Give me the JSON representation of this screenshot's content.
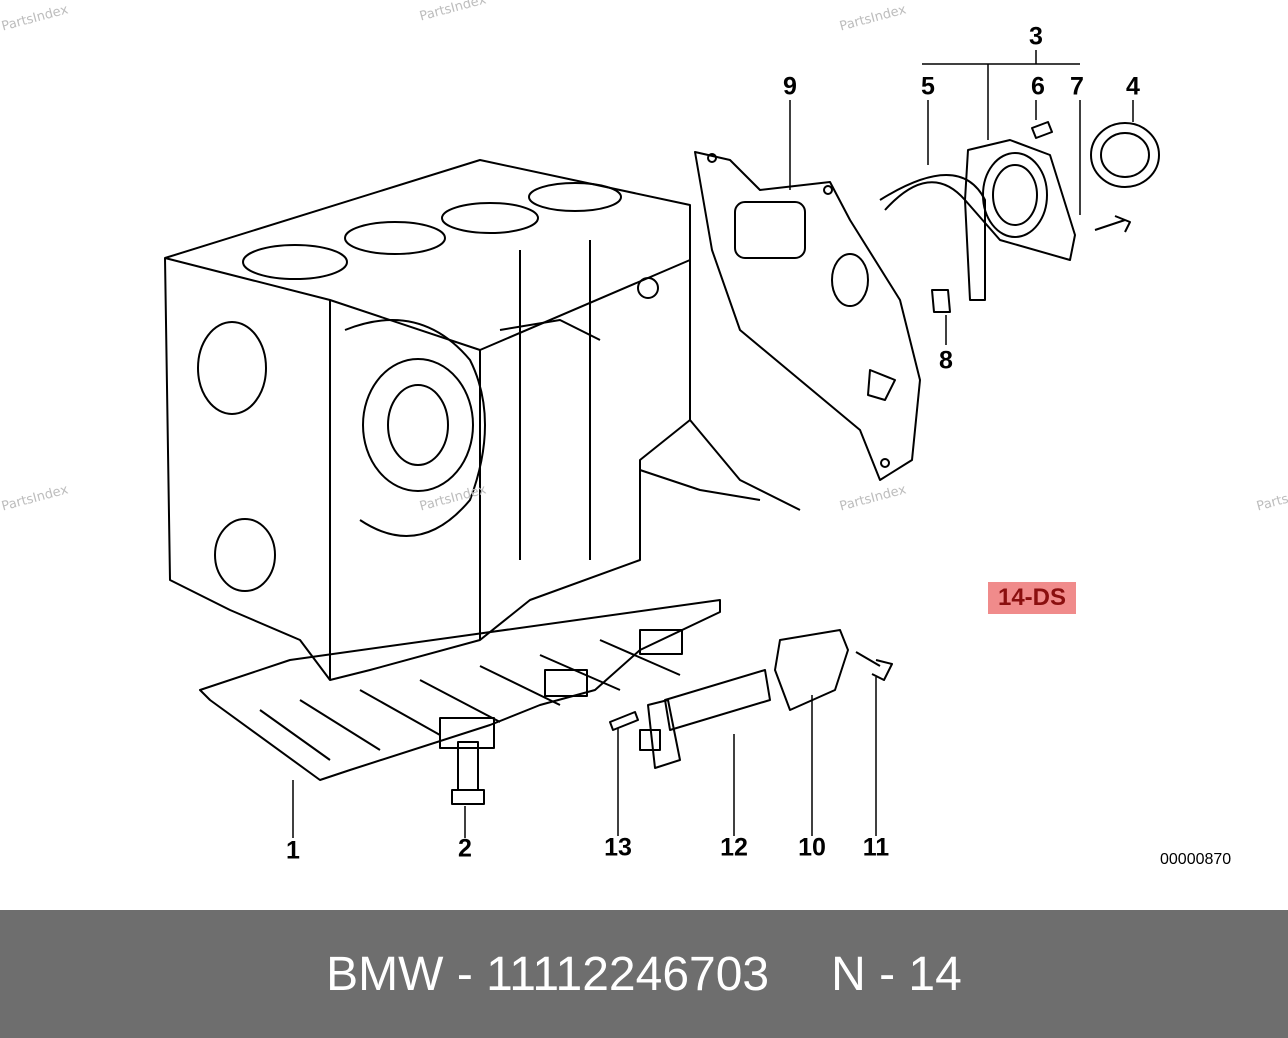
{
  "watermark": "PartsIndex",
  "callouts": [
    "1",
    "2",
    "3",
    "4",
    "5",
    "6",
    "7",
    "8",
    "9",
    "10",
    "11",
    "12",
    "13"
  ],
  "badge": "14-DS",
  "diagram_code": "00000870",
  "footer": {
    "brand": "BMW",
    "dash": "-",
    "part_number": "11112246703",
    "position_label": "N - 14"
  },
  "colors": {
    "footer_bg": "#6e6e6e",
    "badge_bg": "#f08b8b",
    "badge_text": "#8a0f0f"
  }
}
